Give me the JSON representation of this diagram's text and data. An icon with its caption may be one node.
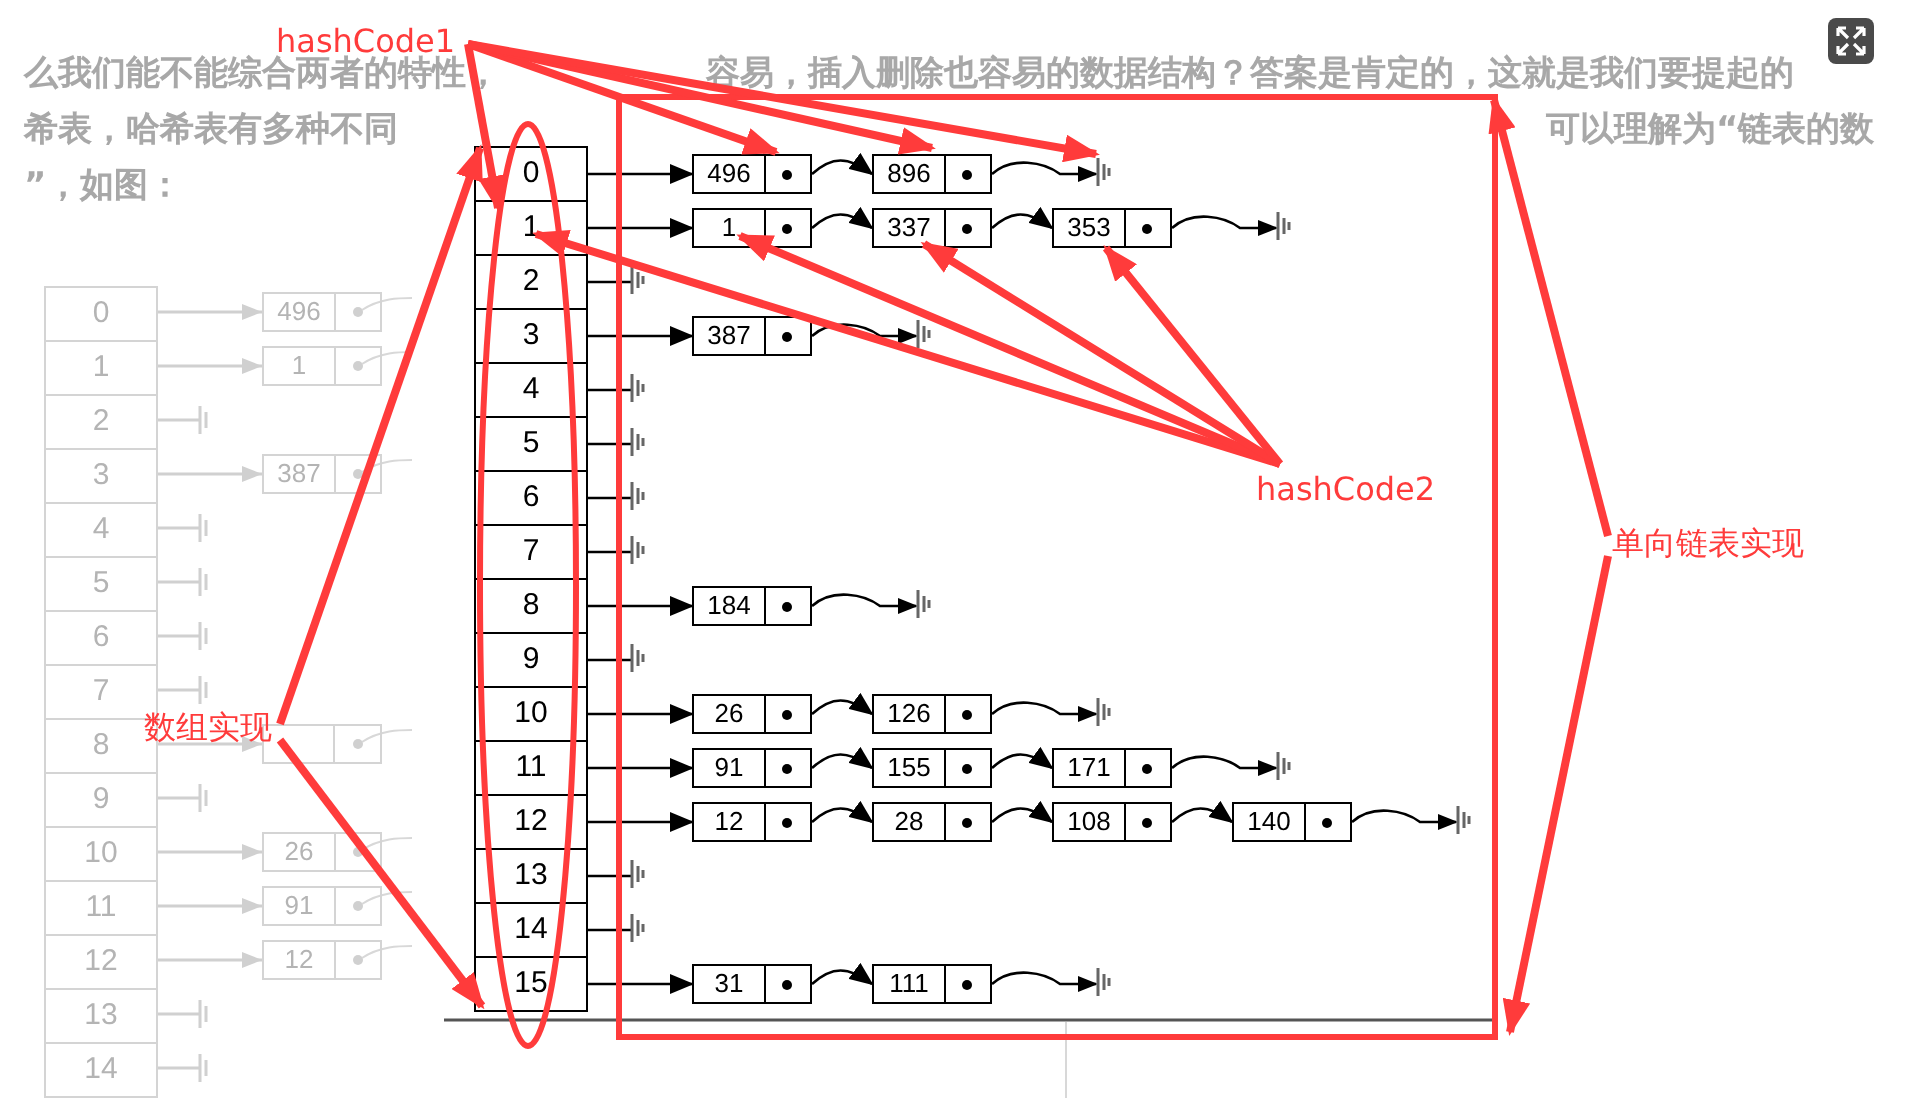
{
  "diagram": {
    "nodes": [
      {
        "text": [],
        "shape": "box"
      },
      {
        "text": [],
        "shape": "ellipse"
      },
      {
        "text": [
          "0"
        ]
      },
      {
        "text": [
          "1"
        ]
      },
      {
        "text": [
          "2"
        ]
      },
      {
        "text": [
          "3"
        ]
      },
      {
        "text": [
          "4"
        ]
      },
      {
        "text": [
          "5"
        ]
      },
      {
        "text": [
          "6"
        ]
      },
      {
        "text": [
          "7"
        ]
      },
      {
        "text": [
          "8"
        ]
      },
      {
        "text": [
          "9"
        ]
      },
      {
        "text": [
          "10"
        ]
      },
      {
        "text": [
          "11"
        ]
      },
      {
        "text": [
          "12"
        ]
      },
      {
        "text": [
          "13"
        ]
      },
      {
        "text": [
          "14"
        ]
      },
      {
        "text": [
          "15"
        ]
      },
      {
        "text": [
          "496"
        ],
        "in": 0
      },
      {
        "text": [
          "896"
        ],
        "in": 0
      },
      {
        "text": [
          "1"
        ],
        "in": 0
      },
      {
        "text": [
          "337"
        ],
        "in": 0
      },
      {
        "text": [
          "353"
        ],
        "in": 0
      },
      {
        "text": [
          "387"
        ],
        "in": 0
      },
      {
        "text": [
          "184"
        ],
        "in": 0
      },
      {
        "text": [
          "26"
        ],
        "in": 0
      },
      {
        "text": [
          "126"
        ],
        "in": 0
      },
      {
        "text": [
          "91"
        ],
        "in": 0
      },
      {
        "text": [
          "155"
        ],
        "in": 0
      },
      {
        "text": [
          "171"
        ],
        "in": 0
      },
      {
        "text": [
          "12"
        ],
        "in": 0
      },
      {
        "text": [
          "28"
        ],
        "in": 0
      },
      {
        "text": [
          "108"
        ],
        "in": 0
      },
      {
        "text": [
          "140"
        ],
        "in": 0
      },
      {
        "text": [
          "31"
        ],
        "in": 0
      },
      {
        "text": [
          "111"
        ],
        "in": 0
      },
      {
        "text": [
          "hashCode1"
        ]
      },
      {
        "text": [
          "hashCode2"
        ],
        "in": 0
      },
      {
        "text": [
          "数组实现"
        ]
      },
      {
        "text": [
          "单向链表实现"
        ]
      },
      {
        "text": [],
        "shape": "ground",
        "in": 0
      },
      {
        "text": [],
        "shape": "ground",
        "in": 0
      },
      {
        "text": [],
        "shape": "ground",
        "in": 0
      },
      {
        "text": [],
        "shape": "ground",
        "in": 0
      },
      {
        "text": [],
        "shape": "ground",
        "in": 0
      },
      {
        "text": [],
        "shape": "ground",
        "in": 0
      },
      {
        "text": [],
        "shape": "ground",
        "in": 0
      },
      {
        "text": [],
        "shape": "ground",
        "in": 0
      },
      {
        "text": [],
        "shape": "ground",
        "in": 0
      },
      {
        "text": [],
        "shape": "ground",
        "in": 0
      },
      {
        "text": [],
        "shape": "ground",
        "in": 0
      },
      {
        "text": [],
        "shape": "ground",
        "in": 0
      },
      {
        "text": [],
        "shape": "ground",
        "in": 0
      },
      {
        "text": [],
        "shape": "ground",
        "in": 0
      },
      {
        "text": [],
        "shape": "ground",
        "in": 0
      },
      {
        "text": [],
        "shape": "ground",
        "in": 0
      }
    ],
    "edges": [
      {
        "from": 2,
        "to": 18,
        "arrow": "to"
      },
      {
        "from": 18,
        "to": 19,
        "arrow": "to"
      },
      {
        "from": 19,
        "to": 40,
        "arrow": "to"
      },
      {
        "from": 3,
        "to": 20,
        "arrow": "to"
      },
      {
        "from": 20,
        "to": 21,
        "arrow": "to"
      },
      {
        "from": 21,
        "to": 22,
        "arrow": "to"
      },
      {
        "from": 22,
        "to": 41,
        "arrow": "to"
      },
      {
        "from": 4,
        "to": 42,
        "arrow": "none"
      },
      {
        "from": 5,
        "to": 23,
        "arrow": "to"
      },
      {
        "from": 23,
        "to": 43,
        "arrow": "to"
      },
      {
        "from": 6,
        "to": 44,
        "arrow": "none"
      },
      {
        "from": 7,
        "to": 45,
        "arrow": "none"
      },
      {
        "from": 8,
        "to": 46,
        "arrow": "none"
      },
      {
        "from": 9,
        "to": 47,
        "arrow": "none"
      },
      {
        "from": 10,
        "to": 24,
        "arrow": "to"
      },
      {
        "from": 24,
        "to": 48,
        "arrow": "to"
      },
      {
        "from": 11,
        "to": 49,
        "arrow": "none"
      },
      {
        "from": 12,
        "to": 25,
        "arrow": "to"
      },
      {
        "from": 25,
        "to": 26,
        "arrow": "to"
      },
      {
        "from": 26,
        "to": 50,
        "arrow": "to"
      },
      {
        "from": 13,
        "to": 27,
        "arrow": "to"
      },
      {
        "from": 27,
        "to": 28,
        "arrow": "to"
      },
      {
        "from": 28,
        "to": 29,
        "arrow": "to"
      },
      {
        "from": 29,
        "to": 51,
        "arrow": "to"
      },
      {
        "from": 14,
        "to": 30,
        "arrow": "to"
      },
      {
        "from": 30,
        "to": 31,
        "arrow": "to"
      },
      {
        "from": 31,
        "to": 32,
        "arrow": "to"
      },
      {
        "from": 32,
        "to": 33,
        "arrow": "to"
      },
      {
        "from": 33,
        "to": 52,
        "arrow": "to"
      },
      {
        "from": 15,
        "to": 53,
        "arrow": "none"
      },
      {
        "from": 16,
        "to": 54,
        "arrow": "none"
      },
      {
        "from": 17,
        "to": 34,
        "arrow": "to"
      },
      {
        "from": 34,
        "to": 35,
        "arrow": "to"
      },
      {
        "from": 35,
        "to": 55,
        "arrow": "to"
      },
      {
        "from": 36,
        "to": 1,
        "arrow": "to",
        "style": "thick",
        "color": "#ff3b3b"
      },
      {
        "from": 36,
        "to": 18,
        "arrow": "to",
        "style": "thick",
        "color": "#ff3b3b"
      },
      {
        "from": 36,
        "to": 19,
        "arrow": "to",
        "style": "thick",
        "color": "#ff3b3b"
      },
      {
        "from": 36,
        "to": 40,
        "arrow": "to",
        "style": "thick",
        "color": "#ff3b3b"
      },
      {
        "from": 37,
        "to": 3,
        "arrow": "to",
        "style": "thick",
        "color": "#ff3b3b"
      },
      {
        "from": 37,
        "to": 20,
        "arrow": "to",
        "style": "thick",
        "color": "#ff3b3b"
      },
      {
        "from": 37,
        "to": 21,
        "arrow": "to",
        "style": "thick",
        "color": "#ff3b3b"
      },
      {
        "from": 37,
        "to": 22,
        "arrow": "to",
        "style": "thick",
        "color": "#ff3b3b"
      },
      {
        "from": 38,
        "to": 1,
        "arrow": "to",
        "style": "thick",
        "color": "#ff3b3b"
      },
      {
        "from": 38,
        "to": 1,
        "arrow": "to",
        "style": "thick",
        "color": "#ff3b3b"
      },
      {
        "from": 39,
        "to": 0,
        "arrow": "to",
        "style": "thick",
        "color": "#ff3b3b"
      },
      {
        "from": 39,
        "to": 0,
        "arrow": "to",
        "style": "thick",
        "color": "#ff3b3b"
      }
    ],
    "labels": [
      "么我们能不能综合两者的特性，",
      "容易，插入删除也容易的数据结构？答案是肯定的，这就是我们要提起的",
      "希表，哈希表有多种不同",
      "可以理解为“链表的数",
      "”，如图：",
      "0",
      "1",
      "2",
      "3",
      "4",
      "5",
      "6",
      "7",
      "8",
      "9",
      "10",
      "11",
      "12",
      "13",
      "14",
      "496",
      "1",
      "387",
      "26",
      "91",
      "12"
    ]
  }
}
